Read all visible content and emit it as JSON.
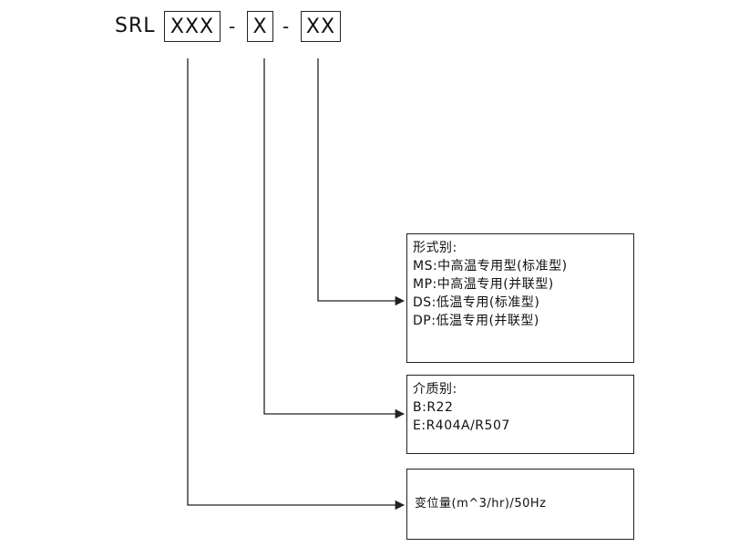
{
  "model_code": {
    "prefix": "SRL",
    "segments": [
      "XXX",
      "X",
      "XX"
    ],
    "separator": "-"
  },
  "descriptions": [
    {
      "title": "形式别:",
      "lines": [
        "MS:中高温专用型(标准型)",
        "MP:中高温专用(并联型)",
        "DS:低温专用(标准型)",
        "DP:低温专用(并联型)"
      ]
    },
    {
      "title": "介质别:",
      "lines": [
        "B:R22",
        "E:R404A/R507"
      ]
    },
    {
      "title": "",
      "lines": [
        "变位量(m^3/hr)/50Hz"
      ]
    }
  ],
  "colors": {
    "line": "#222222",
    "text": "#111111"
  }
}
